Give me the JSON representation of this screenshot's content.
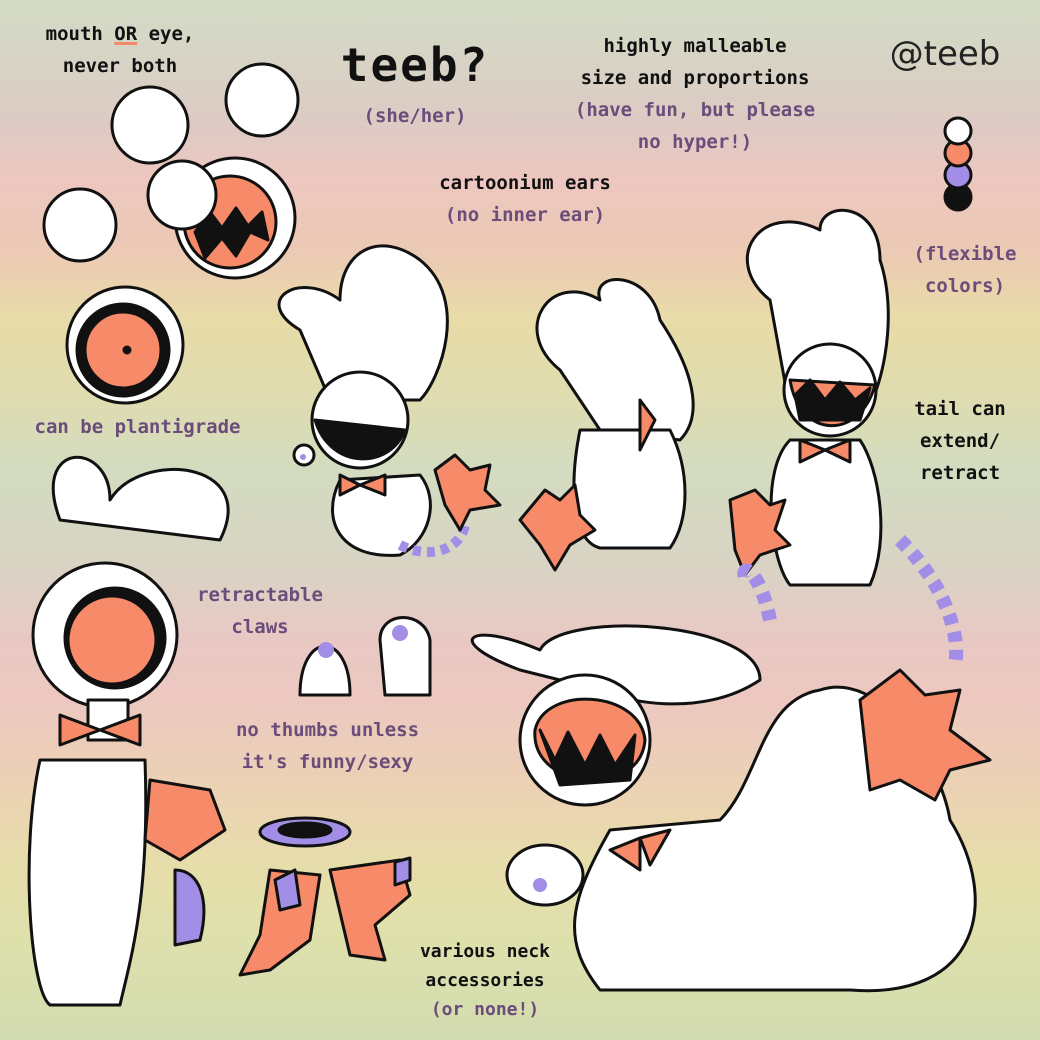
{
  "sheet": {
    "title": "teeb?",
    "pronouns": "(she/her)",
    "signature": "@teeb",
    "notes": {
      "mouth_or_eye": {
        "before": "mouth ",
        "emph": "OR",
        "after": " eye,",
        "line2": "never both"
      },
      "malleable": {
        "line1": "highly malleable",
        "line2": "size and proportions",
        "line3": "(have fun, but please",
        "line4": "no hyper!)"
      },
      "ears": {
        "line1": "cartoonium ears",
        "line2": "(no inner ear)"
      },
      "colors": {
        "line1": "(flexible",
        "line2": "colors)"
      },
      "plantigrade": "can be plantigrade",
      "tail": {
        "line1": "tail can",
        "line2": "extend/",
        "line3": "retract"
      },
      "claws": {
        "line1": "retractable",
        "line2": "claws"
      },
      "thumbs": {
        "line1": "no thumbs unless",
        "line2": "it's funny/sexy"
      },
      "neck": {
        "line1": "various neck",
        "line2": "accessories",
        "line3": "(or none!)"
      }
    },
    "palette": [
      "#ffffff",
      "#f78a68",
      "#a28ee6",
      "#111111"
    ]
  }
}
